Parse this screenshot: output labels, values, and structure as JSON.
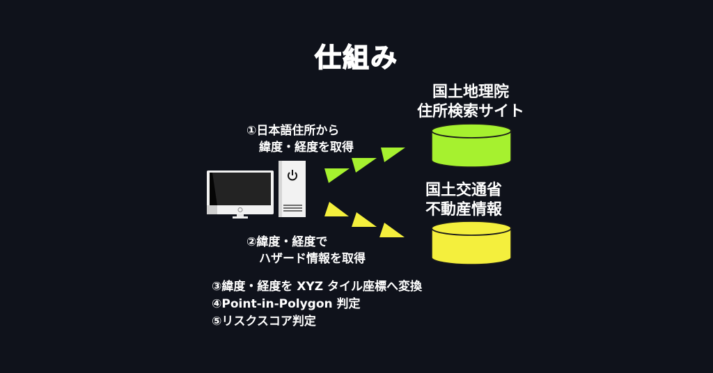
{
  "title": "仕組み",
  "databases": [
    {
      "id": "gsi",
      "label_line1": "国土地理院",
      "label_line2": "住所検索サイト",
      "color": "#a6f12f",
      "stroke": "#1a1a1a"
    },
    {
      "id": "mlit",
      "label_line1": "国土交通省",
      "label_line2": "不動産情報",
      "color": "#f4ef3d",
      "stroke": "#1a1a1a"
    }
  ],
  "client": {
    "monitor_icon": "desktop-monitor-icon",
    "tower_icon": "pc-tower-icon",
    "power_icon": "power-icon"
  },
  "steps": [
    {
      "number": "①",
      "line1": "①日本語住所から",
      "line2": "緯度・経度を取得",
      "arrow_color": "#a6f12f",
      "arrow_direction": "toward-gsi"
    },
    {
      "number": "②",
      "line1": "②緯度・経度で",
      "line2": "ハザード情報を取得",
      "arrow_color": "#f4ef3d",
      "arrow_direction": "toward-mlit"
    }
  ],
  "process_list": [
    "③緯度・経度を XYZ タイル座標へ変換",
    "④Point-in-Polygon 判定",
    "⑤リスクスコア判定"
  ],
  "colors": {
    "background": "#0f121b",
    "text": "#ffffff",
    "lime": "#a6f12f",
    "yellow": "#f4ef3d"
  }
}
